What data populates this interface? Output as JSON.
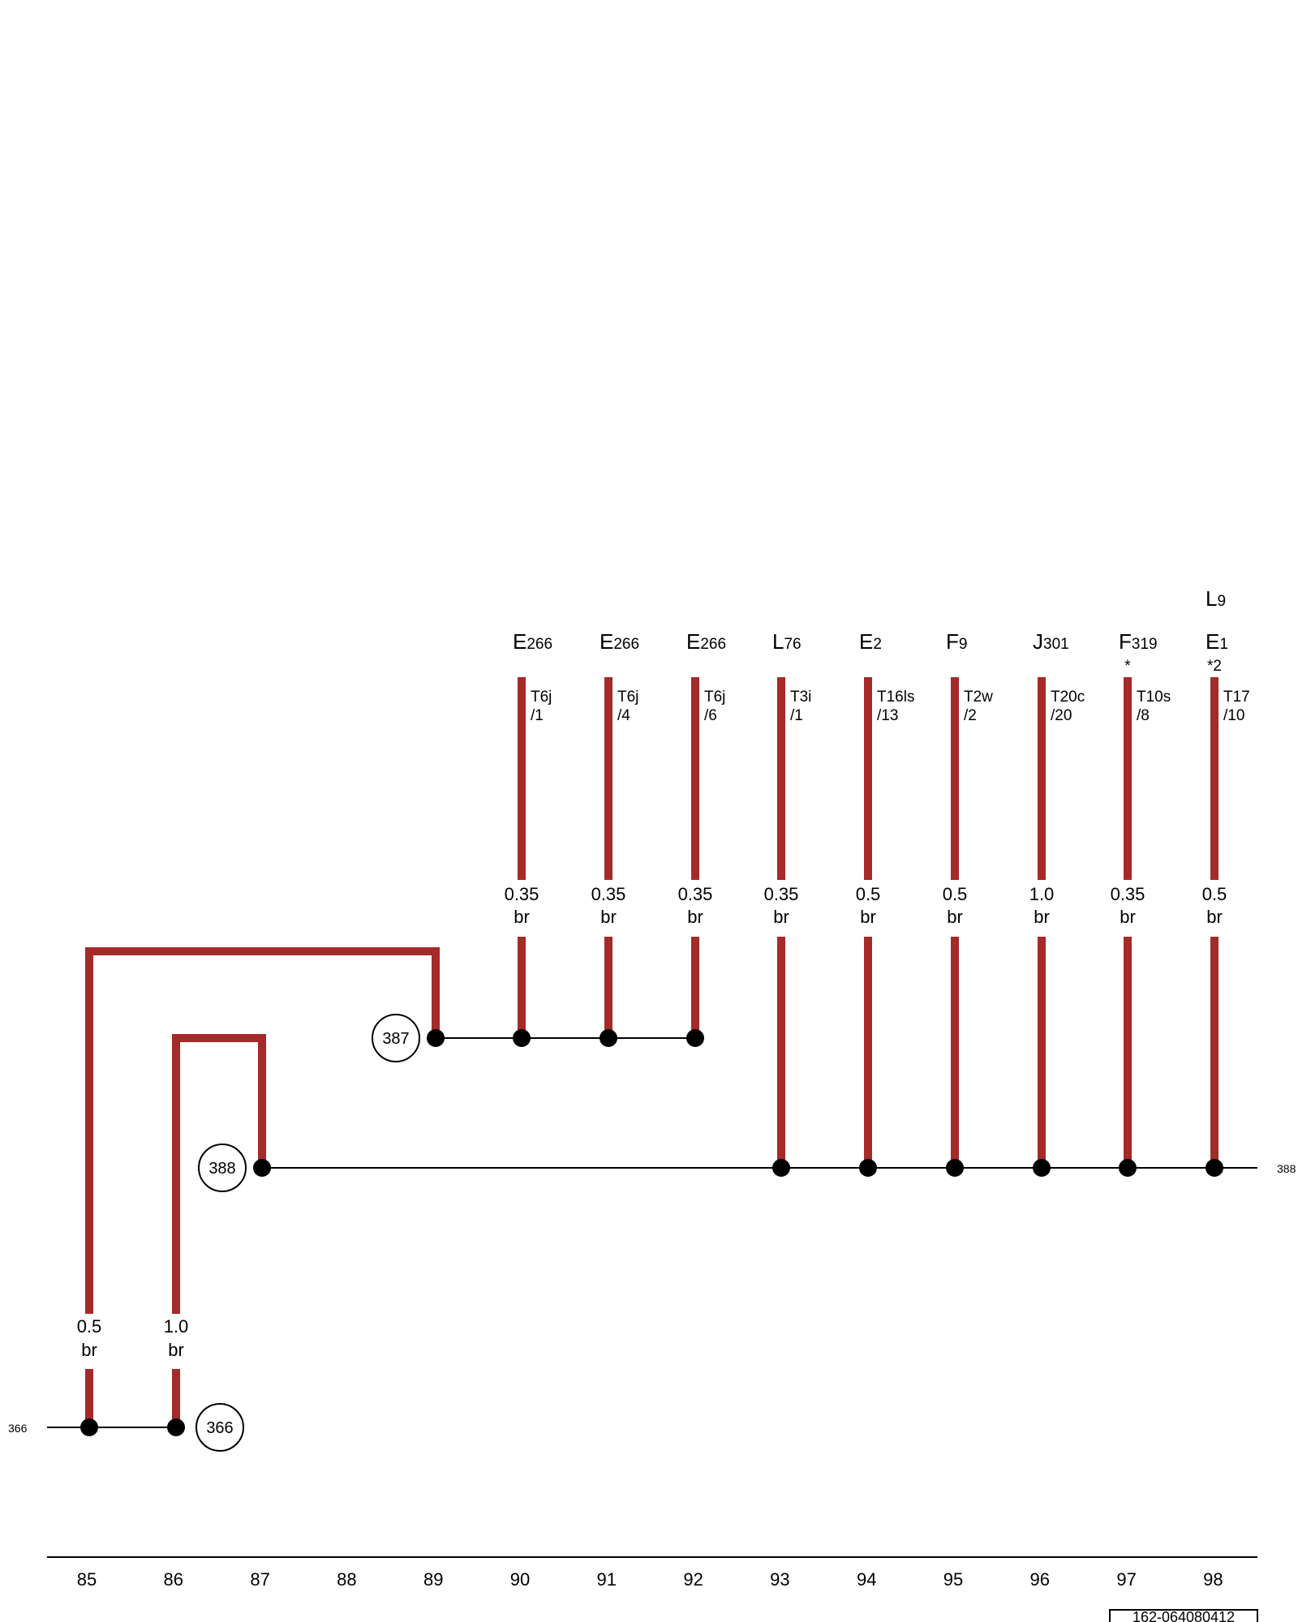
{
  "colors": {
    "wire": "#a52a2a",
    "line": "#000000"
  },
  "grid_numbers": [
    "85",
    "86",
    "87",
    "88",
    "89",
    "90",
    "91",
    "92",
    "93",
    "94",
    "95",
    "96",
    "97",
    "98"
  ],
  "components": [
    {
      "id": "c90",
      "main": "E",
      "sub": "266",
      "mark": ""
    },
    {
      "id": "c91",
      "main": "E",
      "sub": "266",
      "mark": ""
    },
    {
      "id": "c92",
      "main": "E",
      "sub": "266",
      "mark": ""
    },
    {
      "id": "c93",
      "main": "L",
      "sub": "76",
      "mark": ""
    },
    {
      "id": "c94",
      "main": "E",
      "sub": "2",
      "mark": ""
    },
    {
      "id": "c95",
      "main": "F",
      "sub": "9",
      "mark": ""
    },
    {
      "id": "c96",
      "main": "J",
      "sub": "301",
      "mark": ""
    },
    {
      "id": "c97",
      "main": "F",
      "sub": "319",
      "mark": "*"
    },
    {
      "id": "c98",
      "main": "E",
      "sub": "1",
      "mark": "*2",
      "extra_main": "L",
      "extra_sub": "9"
    }
  ],
  "connectors": [
    {
      "name": "T6j",
      "pin": "/1"
    },
    {
      "name": "T6j",
      "pin": "/4"
    },
    {
      "name": "T6j",
      "pin": "/6"
    },
    {
      "name": "T3i",
      "pin": "/1"
    },
    {
      "name": "T16ls",
      "pin": "/13"
    },
    {
      "name": "T2w",
      "pin": "/2"
    },
    {
      "name": "T20c",
      "pin": "/20"
    },
    {
      "name": "T10s",
      "pin": "/8"
    },
    {
      "name": "T17",
      "pin": "/10"
    }
  ],
  "wire_specs": [
    {
      "size": "0.35",
      "color": "br"
    },
    {
      "size": "0.35",
      "color": "br"
    },
    {
      "size": "0.35",
      "color": "br"
    },
    {
      "size": "0.35",
      "color": "br"
    },
    {
      "size": "0.5",
      "color": "br"
    },
    {
      "size": "0.5",
      "color": "br"
    },
    {
      "size": "1.0",
      "color": "br"
    },
    {
      "size": "0.35",
      "color": "br"
    },
    {
      "size": "0.5",
      "color": "br"
    }
  ],
  "lower_specs": [
    {
      "size": "0.5",
      "color": "br"
    },
    {
      "size": "1.0",
      "color": "br"
    }
  ],
  "ground_points": {
    "g387": "387",
    "g388": "388",
    "g366": "366"
  },
  "edge_refs": {
    "right_388": "388",
    "left_366": "366"
  },
  "drawing_id": "162-064080412"
}
